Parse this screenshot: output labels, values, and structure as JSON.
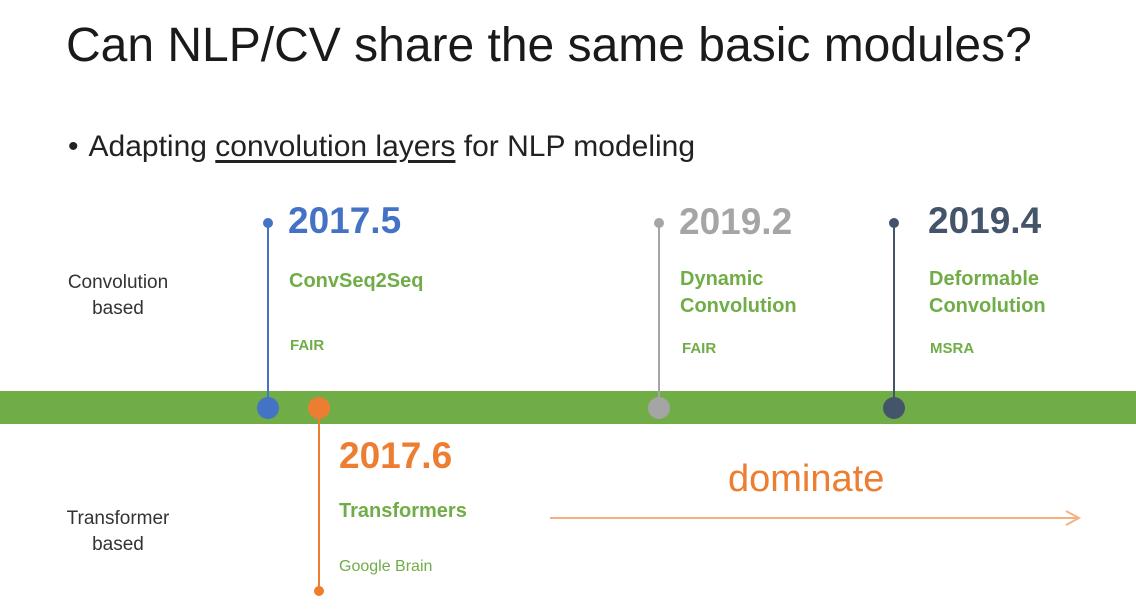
{
  "slide": {
    "title": "Can NLP/CV share the same basic modules?",
    "bullet": {
      "marker": "•",
      "prefix": "Adapting ",
      "underlined": "convolution layers",
      "suffix": " for NLP modeling"
    }
  },
  "rows": {
    "convolution_label_line1": "Convolution",
    "convolution_label_line2": "based",
    "transformer_label_line1": "Transformer",
    "transformer_label_line2": "based"
  },
  "events": {
    "convseq": {
      "year": "2017.5",
      "name": "ConvSeq2Seq",
      "org": "FAIR",
      "color": "#4472c4"
    },
    "transformer": {
      "year": "2017.6",
      "name": "Transformers",
      "org": "Google Brain",
      "color": "#ed7d31"
    },
    "dynamic": {
      "year": "2019.2",
      "name_line1": "Dynamic",
      "name_line2": "Convolution",
      "org": "FAIR",
      "color": "#a5a5a5"
    },
    "deformable": {
      "year": "2019.4",
      "name_line1": "Deformable",
      "name_line2": "Convolution",
      "org": "MSRA",
      "color": "#44546a"
    }
  },
  "trend": {
    "label": "dominate",
    "color": "#ed7d31"
  },
  "colors": {
    "timeline": "#70ad47",
    "label_text": "#70ad47"
  }
}
